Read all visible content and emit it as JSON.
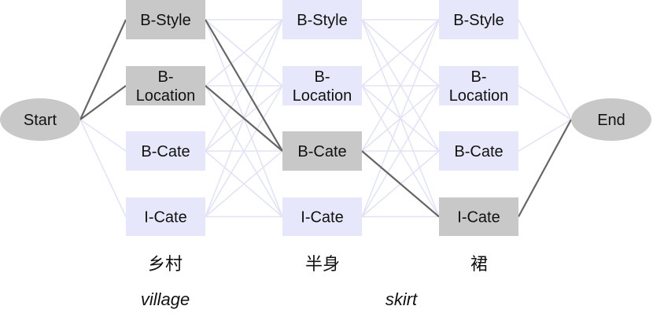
{
  "colors": {
    "inactive_node": "#e6e7fb",
    "active_node": "#c8c8c8",
    "terminal": "#c8c8c8",
    "inactive_edge": "#e2e2f6",
    "active_edge": "#666666",
    "text": "#111111"
  },
  "start_label": "Start",
  "end_label": "End",
  "columns": [
    {
      "token": "乡村",
      "gloss": "village",
      "nodes": [
        {
          "label": [
            "B-Style"
          ],
          "active": true
        },
        {
          "label": [
            "B-",
            "Location"
          ],
          "active": true
        },
        {
          "label": [
            "B-Cate"
          ],
          "active": false
        },
        {
          "label": [
            "I-Cate"
          ],
          "active": false
        }
      ]
    },
    {
      "token": "半身",
      "gloss": "",
      "nodes": [
        {
          "label": [
            "B-Style"
          ],
          "active": false
        },
        {
          "label": [
            "B-",
            "Location"
          ],
          "active": false
        },
        {
          "label": [
            "B-Cate"
          ],
          "active": true
        },
        {
          "label": [
            "I-Cate"
          ],
          "active": false
        }
      ]
    },
    {
      "token": "裙",
      "gloss": "",
      "nodes": [
        {
          "label": [
            "B-Style"
          ],
          "active": false
        },
        {
          "label": [
            "B-",
            "Location"
          ],
          "active": false
        },
        {
          "label": [
            "B-Cate"
          ],
          "active": false
        },
        {
          "label": [
            "I-Cate"
          ],
          "active": true
        }
      ]
    }
  ],
  "shared_gloss": "skirt",
  "active_paths": [
    {
      "from": "start",
      "to": [
        0,
        0
      ]
    },
    {
      "from": "start",
      "to": [
        0,
        1
      ]
    },
    {
      "from": [
        0,
        0
      ],
      "to": [
        1,
        2
      ]
    },
    {
      "from": [
        0,
        1
      ],
      "to": [
        1,
        2
      ]
    },
    {
      "from": [
        1,
        2
      ],
      "to": [
        2,
        3
      ]
    },
    {
      "from": [
        2,
        3
      ],
      "to": "end"
    }
  ]
}
